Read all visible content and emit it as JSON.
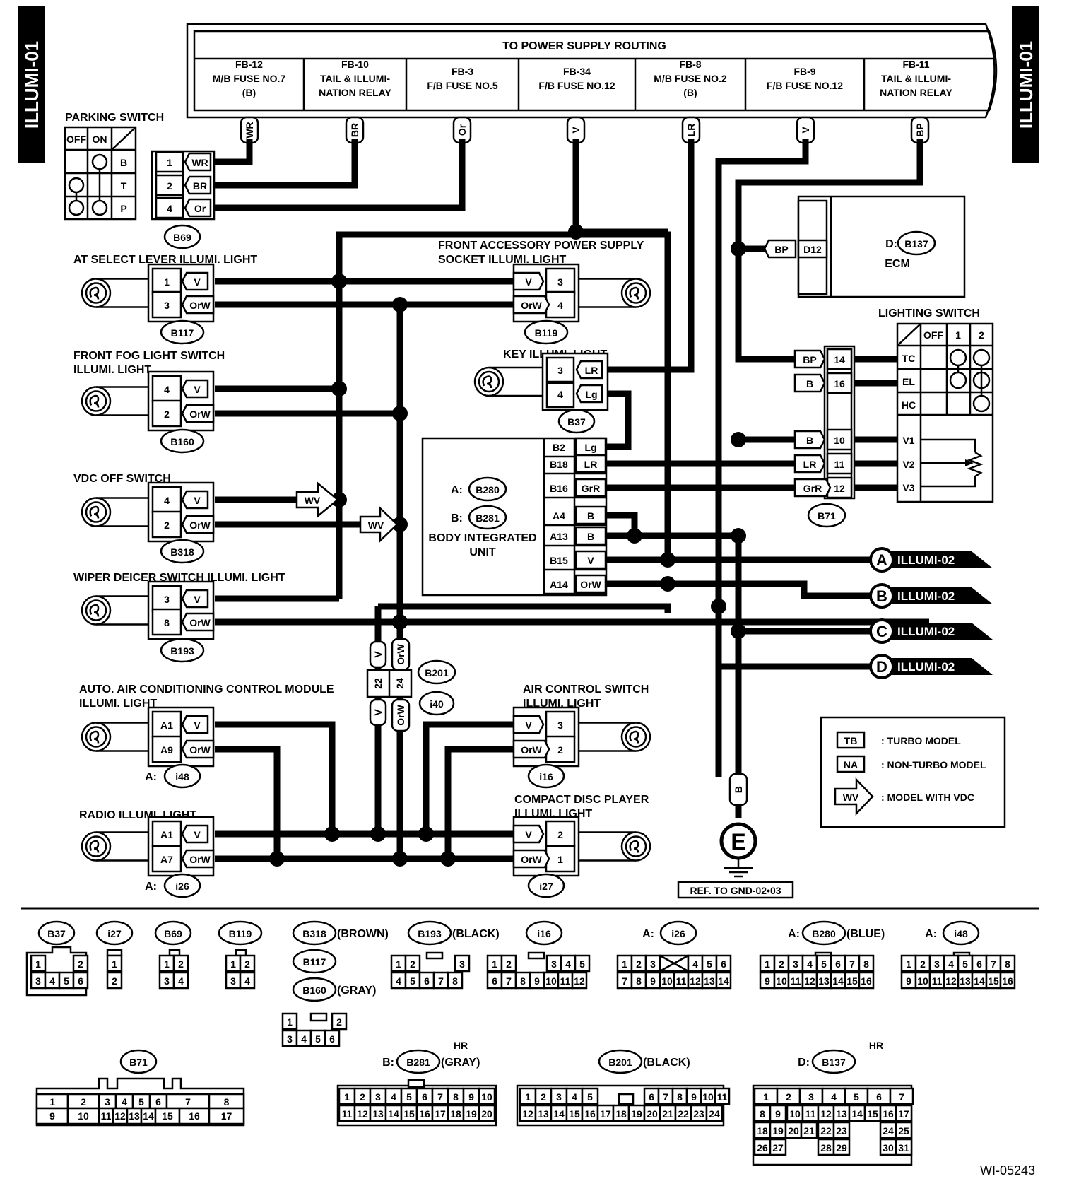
{
  "side_tabs": {
    "left": "ILLUMI-01",
    "right": "ILLUMI-01"
  },
  "power_routing": {
    "title": "TO POWER SUPPLY ROUTING",
    "fuses": [
      {
        "code": "FB-12",
        "l1": "M/B FUSE NO.7",
        "l2": "(B)",
        "wire": "WR"
      },
      {
        "code": "FB-10",
        "l1": "TAIL & ILLUMI-",
        "l2": "NATION RELAY",
        "wire": "BR"
      },
      {
        "code": "FB-3",
        "l1": "F/B FUSE NO.5",
        "l2": "",
        "wire": "Or"
      },
      {
        "code": "FB-34",
        "l1": "F/B FUSE NO.12",
        "l2": "",
        "wire": "V"
      },
      {
        "code": "FB-8",
        "l1": "M/B FUSE NO.2",
        "l2": "(B)",
        "wire": "LR"
      },
      {
        "code": "FB-9",
        "l1": "F/B FUSE NO.12",
        "l2": "",
        "wire": "V"
      },
      {
        "code": "FB-11",
        "l1": "TAIL & ILLUMI-",
        "l2": "NATION RELAY",
        "wire": "BP"
      }
    ]
  },
  "parking_switch": {
    "title": "PARKING SWITCH",
    "cols": [
      "OFF",
      "ON"
    ],
    "rows": [
      "B",
      "T",
      "P"
    ],
    "pins": [
      {
        "pin": "1",
        "wire": "WR"
      },
      {
        "pin": "2",
        "wire": "BR"
      },
      {
        "pin": "4",
        "wire": "Or"
      }
    ],
    "connector": "B69"
  },
  "left_lights": [
    {
      "title": "AT SELECT LEVER ILLUMI. LIGHT",
      "title2": "",
      "p1": "1",
      "w1": "V",
      "p2": "3",
      "w2": "OrW",
      "connector": "B117"
    },
    {
      "title": "FRONT FOG LIGHT SWITCH",
      "title2": "ILLUMI. LIGHT",
      "p1": "4",
      "w1": "V",
      "p2": "2",
      "w2": "OrW",
      "connector": "B160"
    },
    {
      "title": "VDC OFF SWITCH",
      "title2": "",
      "p1": "4",
      "w1": "V",
      "p2": "2",
      "w2": "OrW",
      "connector": "B318"
    },
    {
      "title": "WIPER DEICER SWITCH ILLUMI. LIGHT",
      "title2": "",
      "p1": "3",
      "w1": "V",
      "p2": "8",
      "w2": "OrW",
      "connector": "B193"
    },
    {
      "title": "AUTO. AIR CONDITIONING CONTROL MODULE",
      "title2": "ILLUMI. LIGHT",
      "p1": "A1",
      "w1": "V",
      "p2": "A9",
      "w2": "OrW",
      "connector": "i48",
      "prefix": "A:"
    },
    {
      "title": "RADIO ILLUMI. LIGHT",
      "title2": "",
      "p1": "A1",
      "w1": "V",
      "p2": "A7",
      "w2": "OrW",
      "connector": "i26",
      "prefix": "A:"
    }
  ],
  "right_lights": [
    {
      "title": "FRONT ACCESSORY POWER SUPPLY",
      "title2": "SOCKET ILLUMI. LIGHT",
      "p1": "3",
      "w1": "V",
      "p2": "4",
      "w2": "OrW",
      "connector": "B119"
    },
    {
      "title": "AIR CONTROL SWITCH",
      "title2": "ILLUMI. LIGHT",
      "p1": "3",
      "w1": "V",
      "p2": "2",
      "w2": "OrW",
      "connector": "i16"
    },
    {
      "title": "COMPACT DISC PLAYER",
      "title2": "ILLUMI. LIGHT",
      "p1": "2",
      "w1": "V",
      "p2": "1",
      "w2": "OrW",
      "connector": "i27"
    }
  ],
  "key_light": {
    "title": "KEY ILLUMI. LIGHT",
    "p1": "3",
    "w1": "LR",
    "p2": "4",
    "w2": "Lg",
    "connector": "B37"
  },
  "biu": {
    "a_prefix": "A:",
    "a_conn": "B280",
    "b_prefix": "B:",
    "b_conn": "B281",
    "name1": "BODY INTEGRATED",
    "name2": "UNIT",
    "pins": [
      {
        "pin": "B2",
        "wire": "Lg"
      },
      {
        "pin": "B18",
        "wire": "LR"
      },
      {
        "pin": "B16",
        "wire": "GrR"
      },
      {
        "pin": "A4",
        "wire": "B"
      },
      {
        "pin": "A13",
        "wire": "B"
      },
      {
        "pin": "B15",
        "wire": "V"
      },
      {
        "pin": "A14",
        "wire": "OrW"
      }
    ]
  },
  "ecm": {
    "prefix": "D:",
    "connector": "B137",
    "name": "ECM",
    "pin": "D12",
    "wire": "BP"
  },
  "lighting_switch": {
    "title": "LIGHTING SWITCH",
    "cols": [
      "OFF",
      "1",
      "2"
    ],
    "rows": [
      "TC",
      "EL",
      "HC",
      "V1",
      "V2",
      "V3"
    ],
    "pins": [
      {
        "pin": "14",
        "wire": "BP"
      },
      {
        "pin": "16",
        "wire": "B"
      },
      {
        "pin": "10",
        "wire": "B"
      },
      {
        "pin": "11",
        "wire": "LR"
      },
      {
        "pin": "12",
        "wire": "GrR"
      }
    ],
    "connector": "B71"
  },
  "vdc_flag": "WV",
  "joint": {
    "p1": "22",
    "p2": "24",
    "w1": "V",
    "w2": "OrW",
    "c1": "B201",
    "c2": "i40"
  },
  "outputs": [
    {
      "letter": "A",
      "label": "ILLUMI-02"
    },
    {
      "letter": "B",
      "label": "ILLUMI-02"
    },
    {
      "letter": "C",
      "label": "ILLUMI-02"
    },
    {
      "letter": "D",
      "label": "ILLUMI-02"
    }
  ],
  "ground": {
    "letter": "E",
    "wire": "B",
    "ref": "REF. TO GND-02•03"
  },
  "legend": [
    {
      "key": "TB",
      "text": ": TURBO MODEL"
    },
    {
      "key": "NA",
      "text": ": NON-TURBO MODEL"
    },
    {
      "key": "WV",
      "text": ": MODEL WITH VDC"
    }
  ],
  "connector_views": {
    "row1": [
      {
        "name": "B37",
        "top": [
          "",
          "",
          "",
          "",
          "1",
          "2"
        ],
        "bot": [
          "3",
          "4",
          "5",
          "6"
        ]
      },
      {
        "name": "i27",
        "cells": [
          "1",
          "2"
        ]
      },
      {
        "name": "B69",
        "cells": [
          "1",
          "2",
          "3",
          "4"
        ]
      },
      {
        "name": "B119",
        "cells": [
          "1",
          "2",
          "3",
          "4"
        ]
      },
      {
        "name": "B318",
        "note": "(BROWN)"
      },
      {
        "name": "B117"
      },
      {
        "name": "B160",
        "note": "(GRAY)",
        "cells": [
          "1",
          "2",
          "3",
          "4",
          "5",
          "6"
        ]
      },
      {
        "name": "B193",
        "note": "(BLACK)",
        "top": [
          "1",
          "2",
          "3"
        ],
        "bot": [
          "4",
          "5",
          "6",
          "7",
          "8"
        ]
      },
      {
        "name": "i16",
        "top": [
          "1",
          "2",
          "3",
          "4",
          "5"
        ],
        "bot": [
          "6",
          "7",
          "8",
          "9",
          "10",
          "11",
          "12"
        ]
      },
      {
        "prefix": "A:",
        "name": "i26",
        "top": [
          "1",
          "2",
          "3",
          "4",
          "5",
          "6"
        ],
        "bot": [
          "7",
          "8",
          "9",
          "10",
          "11",
          "12",
          "13",
          "14"
        ]
      },
      {
        "prefix": "A:",
        "name": "B280",
        "note": "(BLUE)",
        "top": [
          "1",
          "2",
          "3",
          "4",
          "5",
          "6",
          "7",
          "8"
        ],
        "bot": [
          "9",
          "10",
          "11",
          "12",
          "13",
          "14",
          "15",
          "16"
        ]
      },
      {
        "prefix": "A:",
        "name": "i48",
        "top": [
          "1",
          "2",
          "3",
          "4",
          "5",
          "6",
          "7",
          "8"
        ],
        "bot": [
          "9",
          "10",
          "11",
          "12",
          "13",
          "14",
          "15",
          "16"
        ]
      }
    ],
    "row2": [
      {
        "name": "B71",
        "top": [
          "1",
          "2",
          "3",
          "4",
          "5",
          "6",
          "7",
          "8"
        ],
        "bot": [
          "9",
          "10",
          "11",
          "12",
          "13",
          "14",
          "15",
          "16",
          "17"
        ]
      },
      {
        "prefix": "B:",
        "name": "B281",
        "note": "(GRAY)",
        "hr": "HR",
        "top": [
          "1",
          "2",
          "3",
          "4",
          "5",
          "6",
          "7",
          "8",
          "9",
          "10"
        ],
        "bot": [
          "11",
          "12",
          "13",
          "14",
          "15",
          "16",
          "17",
          "18",
          "19",
          "20"
        ]
      },
      {
        "name": "B201",
        "note": "(BLACK)",
        "top": [
          "1",
          "2",
          "3",
          "4",
          "5",
          "6",
          "7",
          "8",
          "9",
          "10",
          "11"
        ],
        "bot": [
          "12",
          "13",
          "14",
          "15",
          "16",
          "17",
          "18",
          "19",
          "20",
          "21",
          "22",
          "23",
          "24"
        ]
      },
      {
        "prefix": "D:",
        "name": "B137",
        "hr": "HR",
        "r1": [
          "1",
          "2",
          "3",
          "4",
          "5",
          "6",
          "7"
        ],
        "r2": [
          "8",
          "9",
          "10",
          "11",
          "12",
          "13",
          "14",
          "15",
          "16",
          "17"
        ],
        "r3": [
          "18",
          "19",
          "20",
          "21",
          "22",
          "23",
          "24",
          "25"
        ],
        "r4": [
          "26",
          "27",
          "28",
          "29",
          "30",
          "31"
        ]
      }
    ]
  },
  "figure_id": "WI-05243"
}
